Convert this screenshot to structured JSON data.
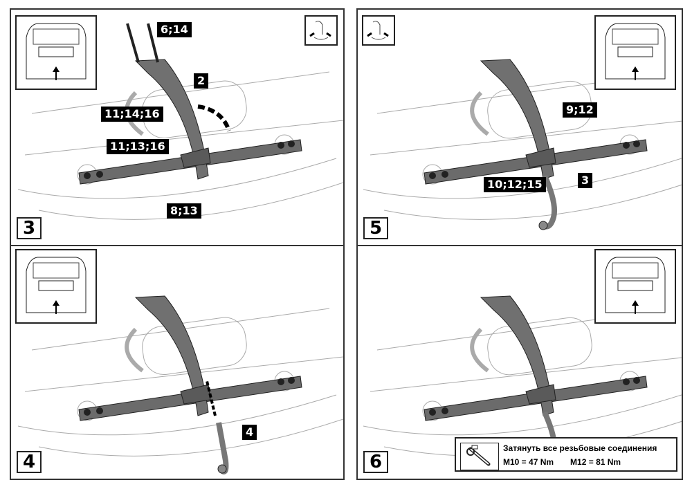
{
  "panels": [
    {
      "step": "3",
      "labels": {
        "a": "6;14",
        "b": "2",
        "c": "11;14;16",
        "d": "11;13;16",
        "e": "8;13"
      }
    },
    {
      "step": "5",
      "labels": {
        "a": "9;12",
        "b": "10;12;15",
        "c": "3"
      }
    },
    {
      "step": "4",
      "labels": {
        "a": "4"
      }
    },
    {
      "step": "6"
    }
  ],
  "torque_note": {
    "title": "Затянуть все резьбовые соединения",
    "m10": "M10 = 47 Nm",
    "m12": "M12 = 81 Nm",
    "icon": "ratchet-wrench-icon"
  },
  "icons": {
    "car": "car-rear-icon",
    "hand": "hand-rotate-icon"
  }
}
